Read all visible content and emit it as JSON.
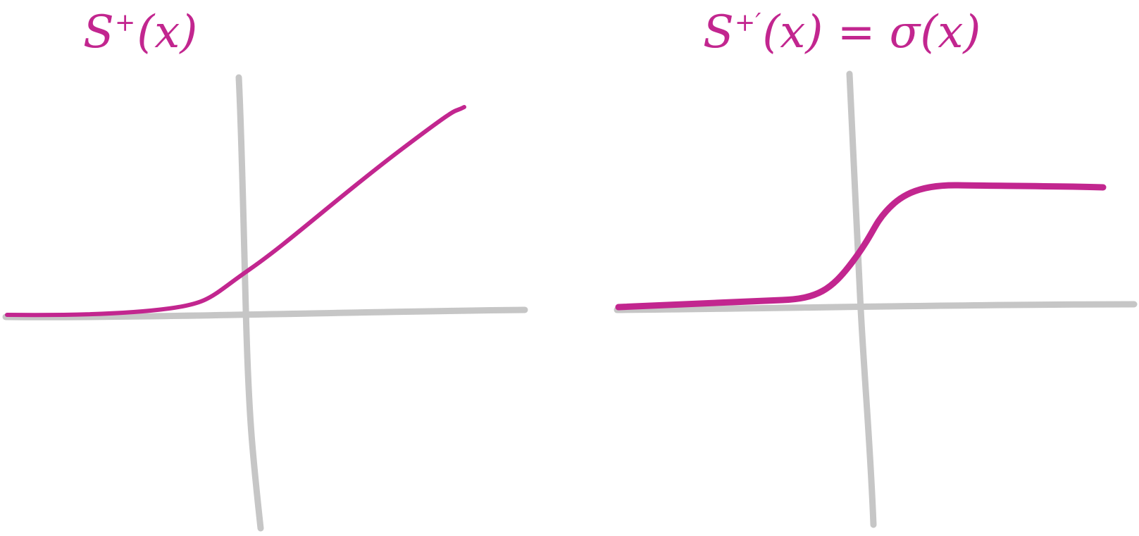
{
  "colors": {
    "axis": "#c6c6c6",
    "curve": "#c2268f",
    "background": "#ffffff"
  },
  "panels": {
    "left": {
      "label_base": "S",
      "label_sup": "+",
      "label_arg": "(x)"
    },
    "right": {
      "label_base": "S",
      "label_sup": "+′",
      "label_rest": "(x) = σ(x)"
    }
  }
}
